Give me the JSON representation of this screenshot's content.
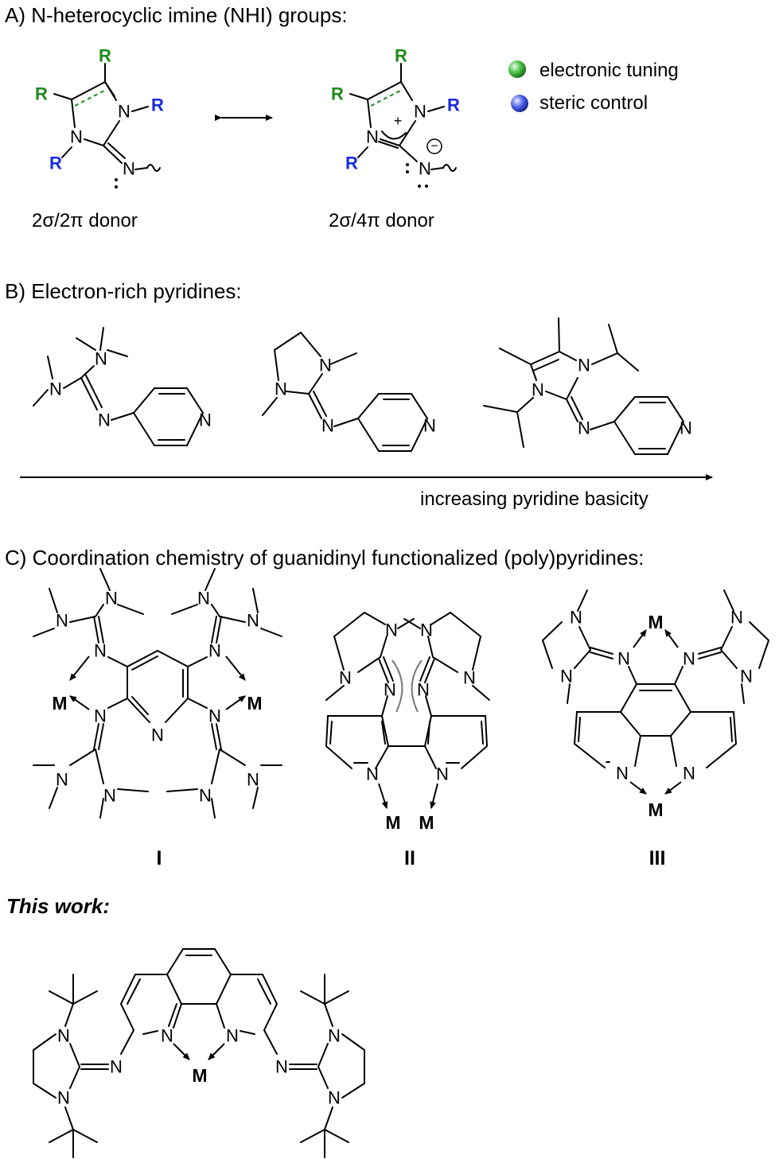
{
  "sections": {
    "a": {
      "title": "A) N-heterocyclic imine (NHI) groups:"
    },
    "b": {
      "title": "B) Electron-rich pyridines:"
    },
    "c": {
      "title": "C) Coordination chemistry of guanidinyl functionalized (poly)pyridines:"
    },
    "this_work": {
      "title": "This work:"
    }
  },
  "legend": {
    "items": [
      {
        "label": "electronic tuning",
        "color": "#22a022"
      },
      {
        "label": "steric control",
        "color": "#2a3adc"
      }
    ]
  },
  "donors": {
    "left": "2σ/2π donor",
    "right": "2σ/4π donor"
  },
  "atoms": {
    "N": "N",
    "R": "R",
    "M": "M",
    "plus": "+",
    "minus": "−"
  },
  "colors": {
    "green": "#1e8a1e",
    "blue": "#1a2be0",
    "black": "#000000"
  },
  "basicity_arrow_label": "increasing pyridine basicity",
  "compound_labels": [
    "I",
    "II",
    "III"
  ]
}
